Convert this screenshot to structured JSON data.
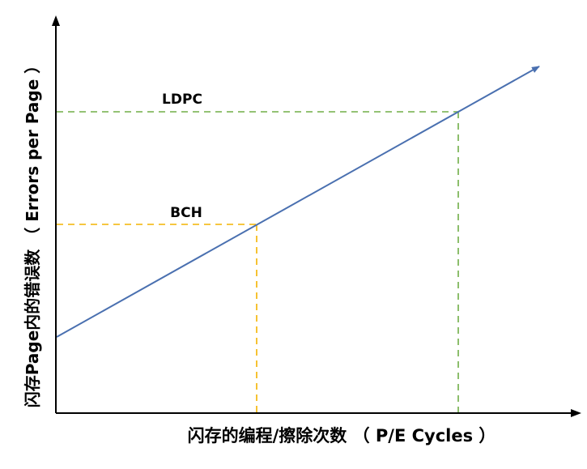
{
  "diagram": {
    "xlabel": "闪存的编程/擦除次数 （ P/E Cycles ）",
    "ylabel": "闪存Page内的错误数 （ Errors per Page ）",
    "thresholds": [
      {
        "label": "LDPC",
        "color": "#70AD47"
      },
      {
        "label": "BCH",
        "color": "#F4B400"
      }
    ],
    "line_color": "#4A70B0",
    "axis_color": "#000000"
  }
}
